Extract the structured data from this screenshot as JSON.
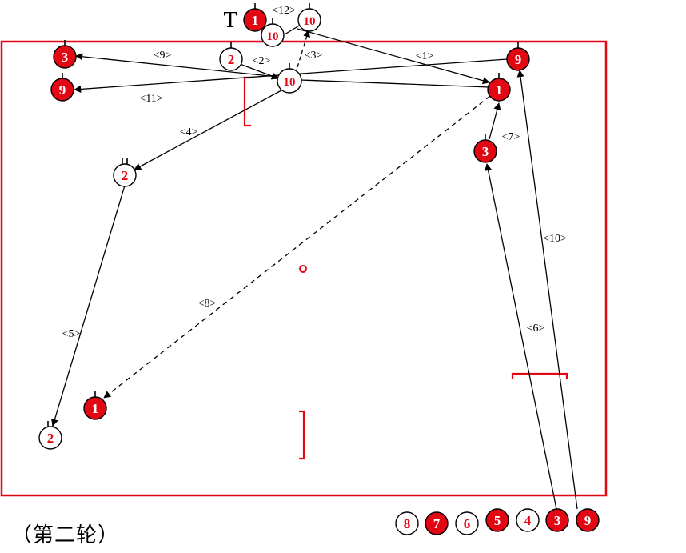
{
  "caption": "（第二轮）",
  "colors": {
    "red": "#e30613",
    "field_border": "#e30613",
    "line": "#000000",
    "hollow_fill": "#ffffff"
  },
  "players": [
    {
      "id": "p1-top",
      "label": "1",
      "style": "solid"
    },
    {
      "id": "p10-top-right",
      "label": "10",
      "style": "hollow"
    },
    {
      "id": "p10-top-left",
      "label": "10",
      "style": "hollow"
    },
    {
      "id": "p2-top",
      "label": "2",
      "style": "hollow"
    },
    {
      "id": "p3-top-left",
      "label": "3",
      "style": "solid"
    },
    {
      "id": "p9-top-left",
      "label": "9",
      "style": "solid"
    },
    {
      "id": "p10-center",
      "label": "10",
      "style": "hollow"
    },
    {
      "id": "p9-top-right",
      "label": "9",
      "style": "solid"
    },
    {
      "id": "p1-right",
      "label": "1",
      "style": "solid"
    },
    {
      "id": "p3-right",
      "label": "3",
      "style": "solid"
    },
    {
      "id": "p2-mid-left",
      "label": "2",
      "style": "hollow"
    },
    {
      "id": "p1-bottom-left",
      "label": "1",
      "style": "solid"
    },
    {
      "id": "p2-bottom-left",
      "label": "2",
      "style": "hollow"
    },
    {
      "id": "bench-8",
      "label": "8",
      "style": "hollow"
    },
    {
      "id": "bench-7",
      "label": "7",
      "style": "solid"
    },
    {
      "id": "bench-6",
      "label": "6",
      "style": "hollow"
    },
    {
      "id": "bench-5",
      "label": "5",
      "style": "solid"
    },
    {
      "id": "bench-4",
      "label": "4",
      "style": "hollow"
    },
    {
      "id": "bench-3",
      "label": "3",
      "style": "solid"
    },
    {
      "id": "bench-9",
      "label": "9",
      "style": "solid"
    }
  ],
  "moves": [
    {
      "label": "<1>",
      "style": "solid"
    },
    {
      "label": "<2>",
      "style": "solid"
    },
    {
      "label": "<3>",
      "style": "dashed"
    },
    {
      "label": "<4>",
      "style": "solid"
    },
    {
      "label": "<5>",
      "style": "solid"
    },
    {
      "label": "<6>",
      "style": "solid"
    },
    {
      "label": "<7>",
      "style": "solid"
    },
    {
      "label": "<8>",
      "style": "dashed"
    },
    {
      "label": "<9>",
      "style": "solid"
    },
    {
      "label": "<10>",
      "style": "solid"
    },
    {
      "label": "<11>",
      "style": "solid"
    },
    {
      "label": "<12>",
      "style": "solid"
    }
  ],
  "marks": {
    "t_mark": "T",
    "top_bracket": "bracket",
    "right_bracket": "bracket",
    "bottom_bracket": "bracket",
    "center_spot": "circle"
  }
}
